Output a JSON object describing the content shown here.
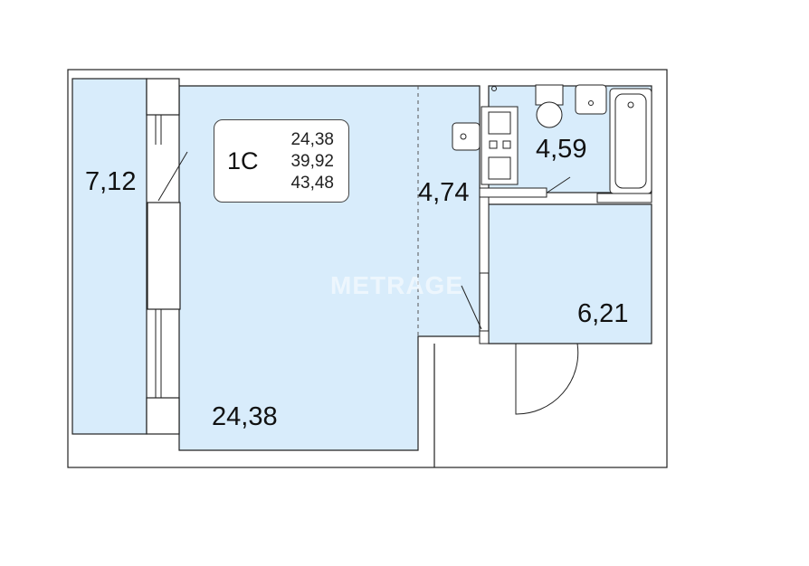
{
  "apartment": {
    "type": "1С",
    "areas": [
      "24,38",
      "39,92",
      "43,48"
    ]
  },
  "rooms": {
    "balcony": "7,12",
    "living": "24,38",
    "kitchen": "4,74",
    "bathroom": "4,59",
    "hall": "6,21"
  },
  "watermark": "METRAGE",
  "colors": {
    "room_fill": "#d8ecfb",
    "wall": "#222222",
    "background": "#ffffff"
  }
}
